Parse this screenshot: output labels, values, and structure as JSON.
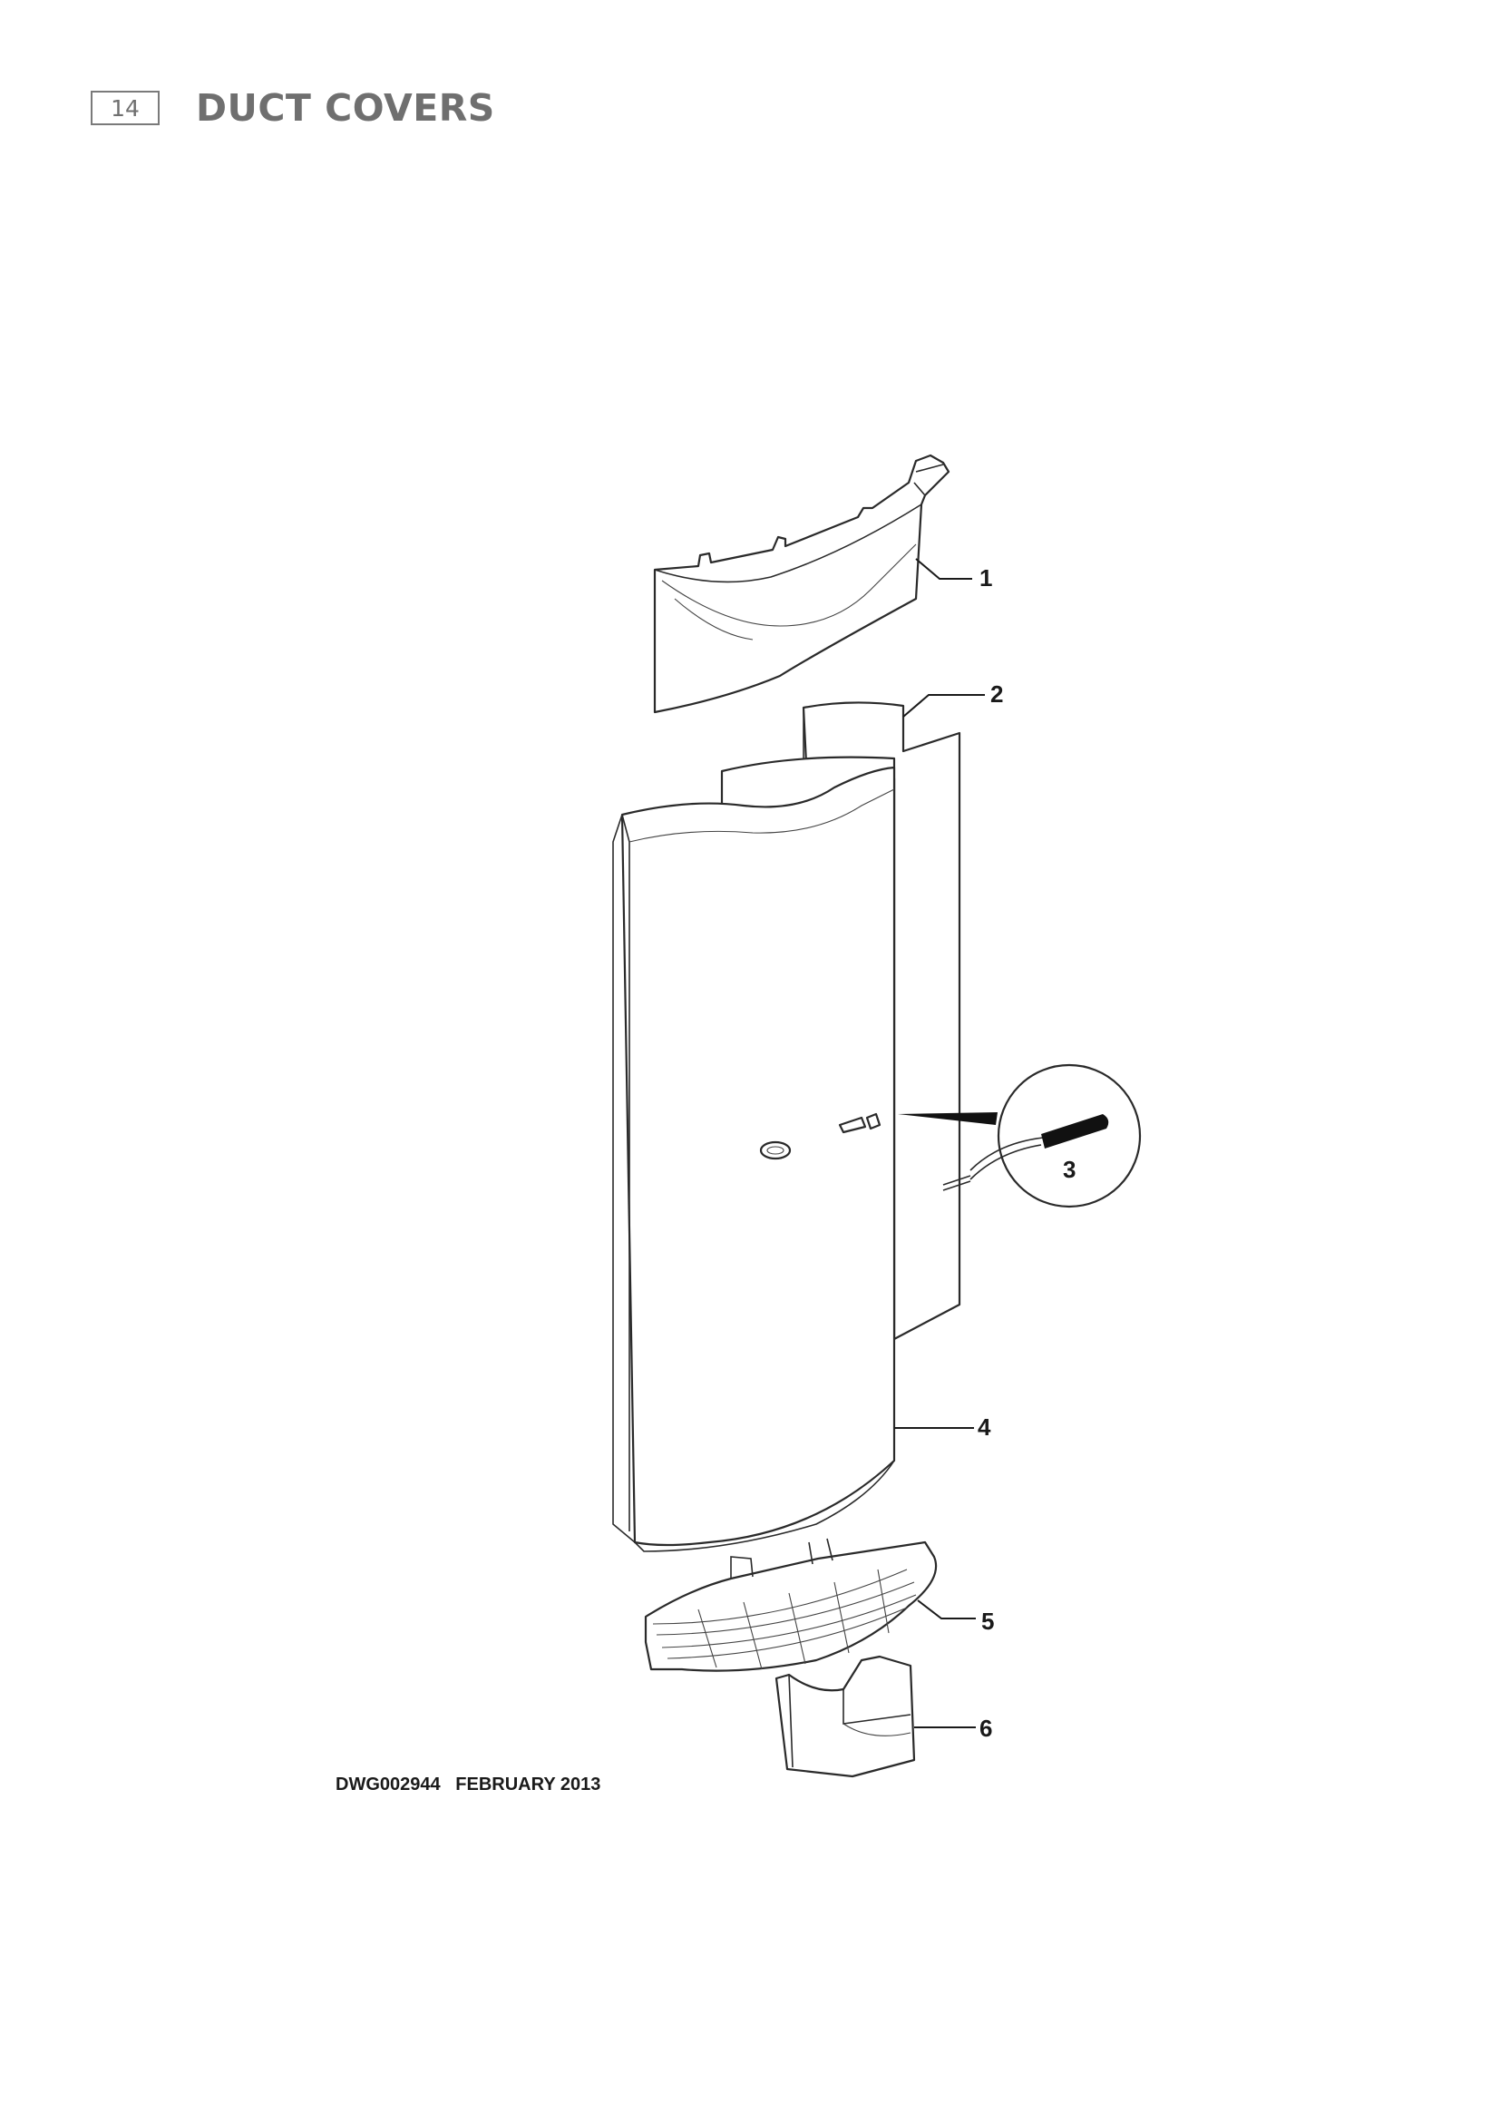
{
  "header": {
    "page_number": "14",
    "title": "DUCT COVERS"
  },
  "callouts": [
    {
      "id": "part-1",
      "label": "1"
    },
    {
      "id": "part-2",
      "label": "2"
    },
    {
      "id": "part-3",
      "label": "3"
    },
    {
      "id": "part-4",
      "label": "4"
    },
    {
      "id": "part-5",
      "label": "5"
    },
    {
      "id": "part-6",
      "label": "6"
    }
  ],
  "footer": {
    "drawing_ref": "DWG002944   FEBRUARY 2013"
  }
}
